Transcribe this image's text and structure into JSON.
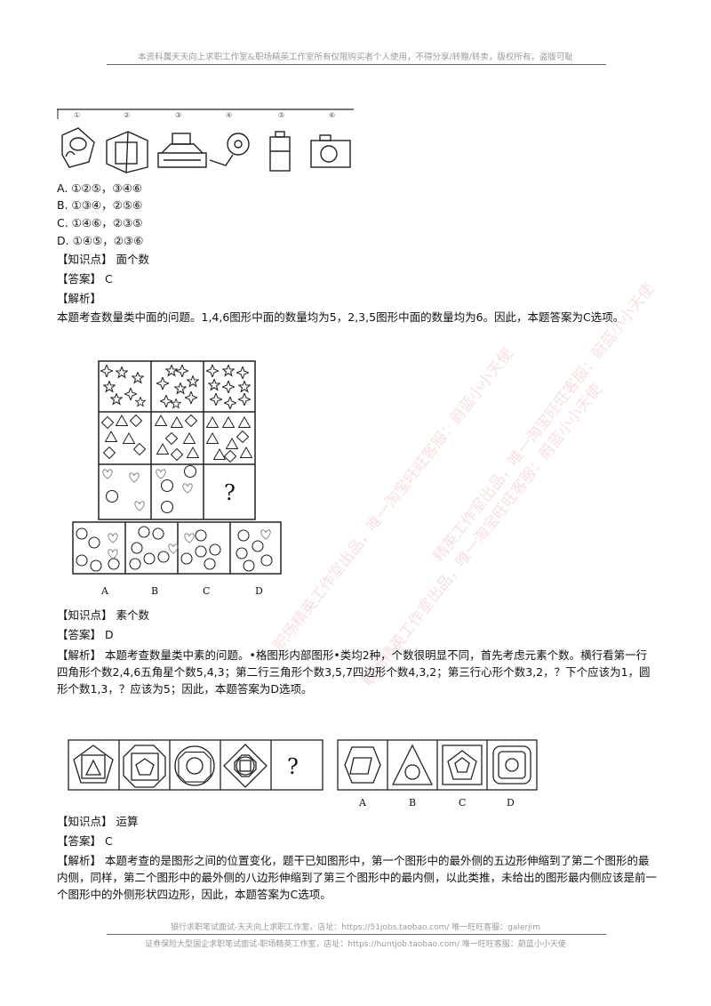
{
  "header": {
    "notice": "本资料属天天向上求职工作室&职场精英工作室所有仅限购买者个人使用，不得分享/转赠/转卖，版权所有，盗版可耻"
  },
  "q1": {
    "figure_labels": [
      "①",
      "②",
      "③",
      "④",
      "⑤",
      "⑥"
    ],
    "options": [
      "A. ①②⑤，③④⑥",
      "B. ①③④，②⑤⑥",
      "C. ①④⑥，②③⑤",
      "D. ①④⑤，②③⑥"
    ],
    "knowledge": "【知识点】 面个数",
    "answer": "【答案】 C",
    "analysis_label": "【解析】",
    "analysis": "本题考查数量类中面的问题。1,4,6图形中面的数量均为5，2,3,5图形中面的数量均为6。因此，本题答案为C选项。"
  },
  "q2": {
    "question_mark": "?",
    "option_labels": [
      "A",
      "B",
      "C",
      "D"
    ],
    "knowledge": "【知识点】 素个数",
    "answer": "【答案】 D",
    "analysis": "【解析】 本题考查数量类中素的问题。•格图形内部图形•类均2种，个数很明显不同，首先考虑元素个数。横行看第一行四角形个数2,4,6五角星个数5,4,3；第二行三角形个数3,5,7四边形个数4,3,2；第三行心形个数3,2，？下个应该为1，圆形个数1,3，？应该为5；因此，本题答案为D选项。"
  },
  "q3": {
    "question_mark": "?",
    "option_labels": [
      "A",
      "B",
      "C",
      "D"
    ],
    "knowledge": "【知识点】 运算",
    "answer": "【答案】 C",
    "analysis": "【解析】 本题考查的是图形之间的位置变化，题干已知图形中，第一个图形中的最外侧的五边形伸缩到了第二个图形的最内侧，同样，第二个图形中的最外侧的八边形伸缩到了第三个图形中的最内侧，以此类推，未给出的图形最内侧应该是前一个图形中的外侧形状四边形，因此，本题答案为C选项。"
  },
  "footer": {
    "line1": "银行求职笔试面试-天天向上求职工作室，店址：https://51jobs.taobao.com/ 唯一旺旺客服：galerjim",
    "line2": "证券保险大型国企求职笔试面试-职场精英工作室，店址：https://huntjob.taobao.com/ 唯一旺旺客服：蔚蓝小小天使"
  },
  "watermarks": [
    "职场精英工作室出品，唯一淘宝旺旺客服：蔚蓝小小天使",
    "职场精英工作室出品，唯一淘宝旺旺客服：蔚蓝小小天使",
    "精英工作室出品，唯一淘宝旺旺客服：蔚蓝小小天使"
  ]
}
